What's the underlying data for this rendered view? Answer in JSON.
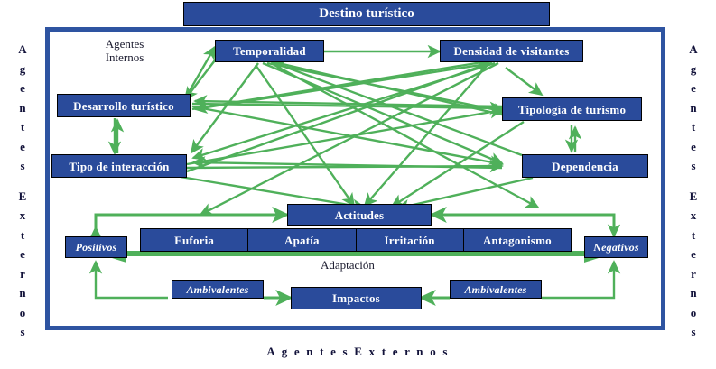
{
  "title": {
    "text": "Destino turístico"
  },
  "labels": {
    "internal_agents_line1": "Agentes",
    "internal_agents_line2": "Internos",
    "adaptation": "Adaptación",
    "bottom_axis": "A g e n t e s     E x t e r n o s",
    "left_axis_chars": [
      "A",
      "g",
      "e",
      "n",
      "t",
      "e",
      "s",
      "E",
      "x",
      "t",
      "e",
      "r",
      "n",
      "o",
      "s"
    ],
    "right_axis_chars": [
      "A",
      "g",
      "e",
      "n",
      "t",
      "e",
      "s",
      "E",
      "x",
      "t",
      "e",
      "r",
      "n",
      "o",
      "s"
    ]
  },
  "nodes": {
    "temporalidad": "Temporalidad",
    "densidad": "Densidad de visitantes",
    "desarrollo": "Desarrollo turístico",
    "tipologia": "Tipología de turismo",
    "interaccion": "Tipo de interacción",
    "dependencia": "Dependencia",
    "actitudes": "Actitudes",
    "positivos": "Positivos",
    "negativos": "Negativos",
    "impactos": "Impactos",
    "ambivalentes_left": "Ambivalentes",
    "ambivalentes_right": "Ambivalentes"
  },
  "scale": {
    "steps": [
      "Euforia",
      "Apatía",
      "Irritación",
      "Antagonismo"
    ]
  },
  "colors": {
    "node_fill": "#2a4b9b",
    "frame_border": "#2e54a1",
    "arrow": "#4fb05a",
    "node_text": "#ffffff",
    "label_text": "#12123a",
    "background": "#ffffff"
  }
}
